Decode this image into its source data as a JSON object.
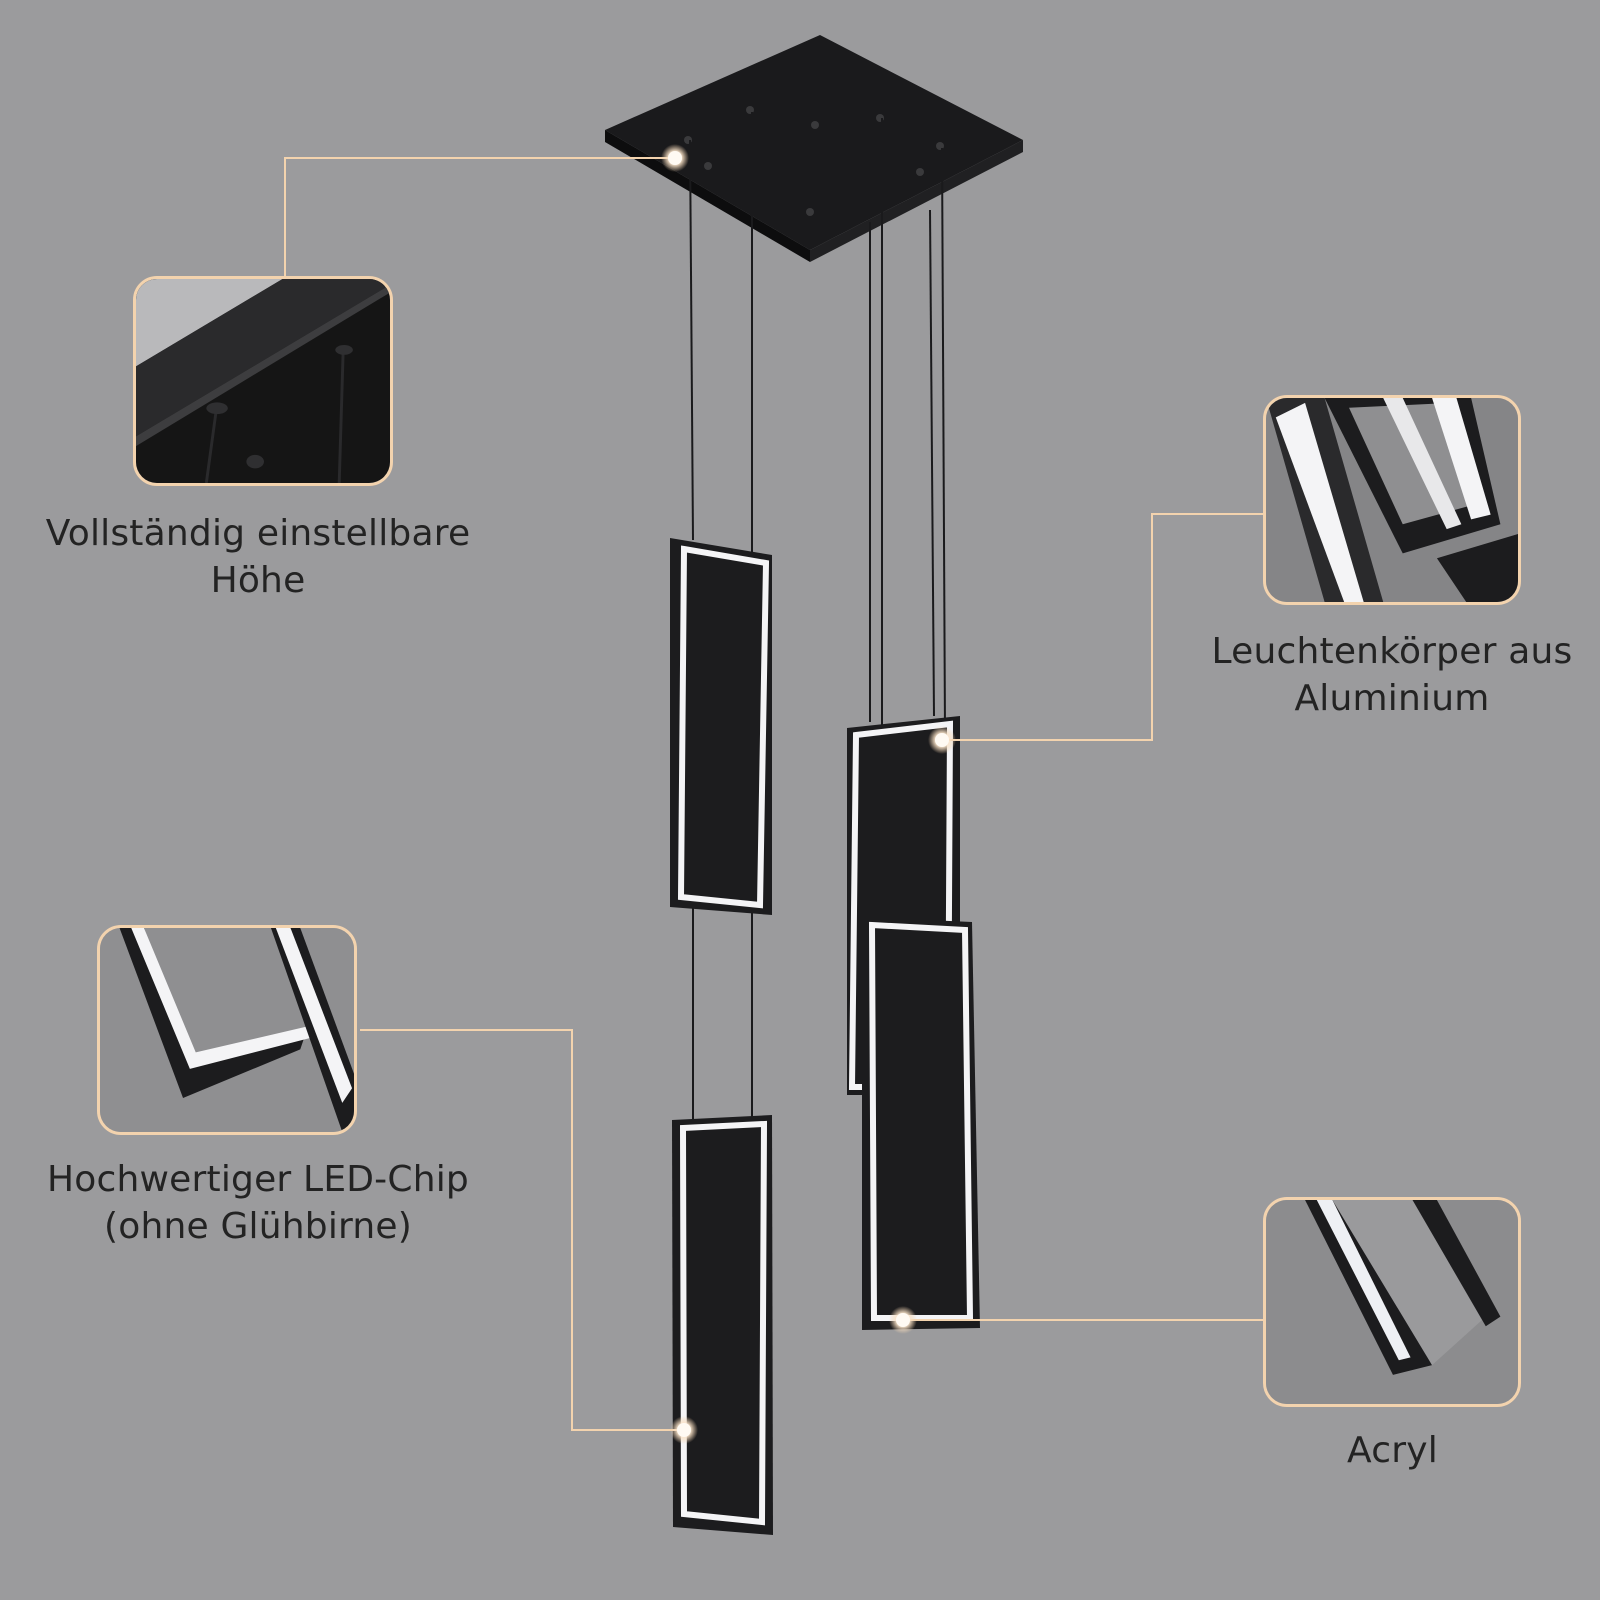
{
  "features": [
    {
      "id": "height",
      "lines": [
        "Vollständig einstellbare",
        "Höhe"
      ]
    },
    {
      "id": "aluminium",
      "lines": [
        "Leuchtenkörper aus",
        "Aluminium"
      ]
    },
    {
      "id": "led",
      "lines": [
        "Hochwertiger LED-Chip",
        "(ohne Glühbirne)"
      ]
    },
    {
      "id": "acryl",
      "lines": [
        "Acryl"
      ]
    }
  ],
  "colors": {
    "background": "#9b9b9d",
    "accent_line": "#f3d3ae",
    "fixture_black": "#1c1c1e",
    "led_white": "#f4f4f6",
    "text": "#232323"
  }
}
